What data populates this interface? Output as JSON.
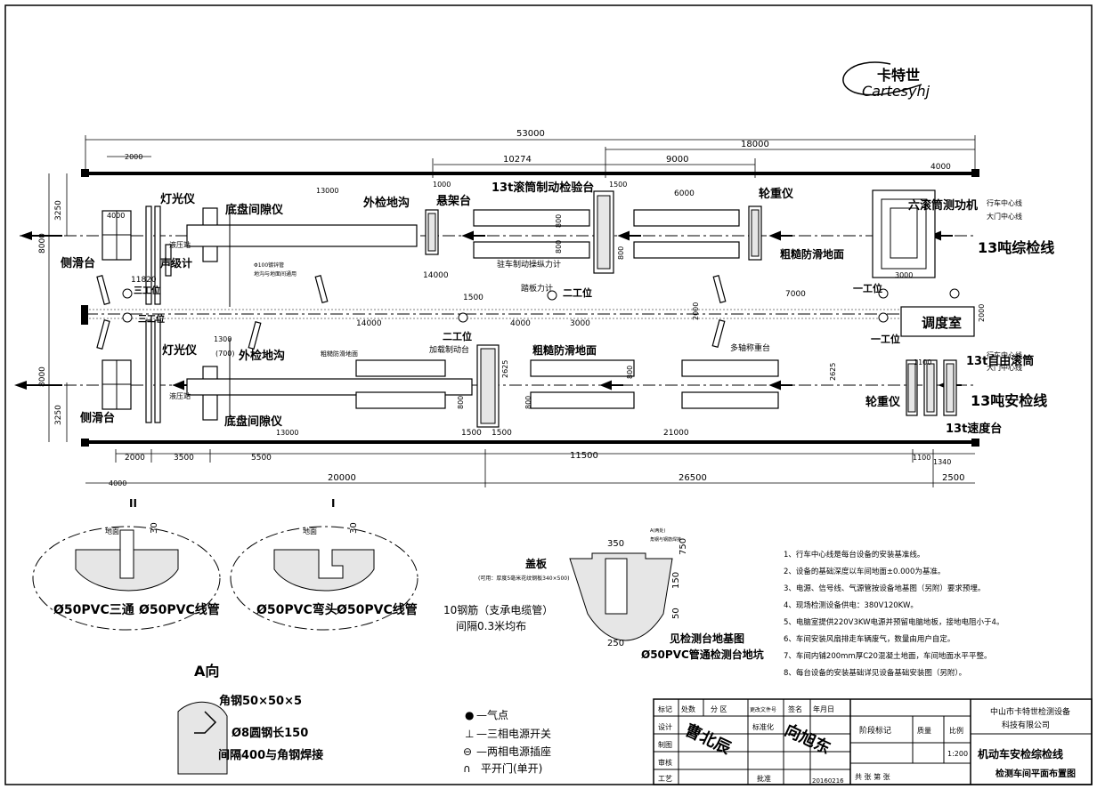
{
  "logo": {
    "cn": "卡特世",
    "en": "Cartesyhj"
  },
  "dims": {
    "total": "53000",
    "d18000": "18000",
    "d10274": "10274",
    "d9000": "9000",
    "d4000a": "4000",
    "d2000a": "2000",
    "d13000a": "13000",
    "d1000": "1000",
    "d1500a": "1500",
    "d6000": "6000",
    "d800a": "800",
    "d800b": "800",
    "d800c": "800",
    "d3000a": "3000",
    "d14000a": "14000",
    "d1500b": "1500",
    "d4000b": "4000",
    "d3000b": "3000",
    "d7000": "7000",
    "d2000b": "2000",
    "d2000c": "2000",
    "d14000b": "14000",
    "d1300": "1300",
    "d700": "(700)",
    "d11820": "11820",
    "d2625a": "2625",
    "d2625b": "2625",
    "d800d": "800",
    "d800e": "800",
    "d800f": "800",
    "d1100a": "1100",
    "d1500c": "1500",
    "d1500d": "1500",
    "d21000": "21000",
    "d13000b": "13000",
    "d2000d": "2000",
    "d3500": "3500",
    "d5500": "5500",
    "d11500": "11500",
    "d1100b": "1100",
    "d1340": "1340",
    "d4000c": "4000",
    "d20000": "20000",
    "d26500": "26500",
    "d2500": "2500",
    "d3250a": "3250",
    "d8000a": "8000",
    "d8000b": "8000",
    "d3250b": "3250",
    "d4000box": "4000"
  },
  "labels": {
    "lamp1": "灯光仪",
    "chassis1": "底盘间隙仪",
    "trench1": "外检地沟",
    "susp": "悬架台",
    "roller13t": "13t滚筒制动检验台",
    "wheel1": "轮重仪",
    "sixroller": "六滚筒测功机",
    "center1a": "行车中心线",
    "center1b": "大门中心线",
    "line13a": "13吨综检线",
    "slip1": "侧滑台",
    "sound": "声级计",
    "hydraulic1": "液压站",
    "pipe_note1": "Φ100镀锌管",
    "pipe_note2": "地沟与地面间通用",
    "rough1": "粗糙防滑地面",
    "parkforce": "驻车制动操纵力计",
    "pedal": "踏板力计",
    "st2a": "二工位",
    "st1a": "一工位",
    "st3a": "三工位",
    "st2b": "二工位",
    "st1b": "一工位",
    "st3b": "三工位",
    "control": "调度室",
    "lamp2": "灯光仪",
    "trench2": "外检地沟",
    "rough_small": "粗糙防滑地面",
    "loadbrake": "加载制动台",
    "rough2": "粗糙防滑地面",
    "multiaxle": "多轴称重台",
    "freeroll": "13t自由滚筒",
    "center2a": "行车中心线",
    "center2b": "大门中心线",
    "line13b": "13吨安检线",
    "hydraulic2": "液压站",
    "chassis2": "底盘间隙仪",
    "wheel2": "轮重仪",
    "speed": "13t速度台",
    "slip2": "侧滑台",
    "secII": "II",
    "secI": "I",
    "ground1": "地面",
    "ground2": "地面",
    "d30a": "30",
    "d30b": "30",
    "pvc_tee": "Ø50PVC三通",
    "pvc_pipe1": "Ø50PVC线管",
    "pvc_elbow": "Ø50PVC弯头",
    "pvc_pipe2": "Ø50PVC线管",
    "cover": "盖板",
    "cover_note": "(可用：厚度5毫米花纹钢板340×500)",
    "rebar": "10钢筋（支承电缆管）",
    "rebar_gap": "间隔0.3米均布",
    "pit_ref": "见检测台地基图",
    "pit_pipe": "Ø50PVC管通检测台地坑",
    "a_ref": "A(两处)",
    "a_ref2": "角钢与钢筋焊接",
    "d350": "350",
    "d750": "750",
    "d150": "150",
    "d50": "50",
    "d250": "250",
    "a_dir": "A向",
    "angle": "角钢50×50×5",
    "rod": "Ø8圆钢长150",
    "weld": "间隔400与角钢焊接"
  },
  "notes": [
    "1、行车中心线是每台设备的安装基准线。",
    "2、设备的基础深度以车间地面±0.000为基准。",
    "3、电源、信号线、气源管按设备地基图（另附）要求预埋。",
    "4、现场检测设备供电：380V120KW。",
    "5、电脑室提供220V3KW电源并预留电脑地板，接地电阻小于4。",
    "6、车间安装风扇排走车辆废气，数量由用户自定。",
    "7、车间内铺200mm厚C20混凝土地面，车间地面水平平整。",
    "8、每台设备的安装基础详见设备基础安装图（另附）。"
  ],
  "legend": [
    {
      "symbol": "●",
      "text": "—气点"
    },
    {
      "symbol": "⊥",
      "text": "—三相电源开关"
    },
    {
      "symbol": "⊖",
      "text": "—两相电源插座"
    },
    {
      "symbol": "∩",
      "text": "平开门(单开)"
    }
  ],
  "titleblock": {
    "h1": "标记",
    "h2": "处数",
    "h3": "分 区",
    "h4": "更改文件号",
    "h5": "签名",
    "h6": "年月日",
    "r1": "设计",
    "std": "标准化",
    "r2": "制图",
    "r3": "审核",
    "r4": "工艺",
    "approve": "批准",
    "date": "20160216",
    "stage": "阶段标记",
    "weight": "质量",
    "scale_h": "比例",
    "scale": "1:200",
    "sheets": "共  张  第  张",
    "company1": "中山市卡特世检测设备",
    "company2": "科技有限公司",
    "title1": "机动车安检综检线",
    "title2": "检测车间平面布置图",
    "sign1": "曹北辰",
    "sign2": "向旭东"
  }
}
